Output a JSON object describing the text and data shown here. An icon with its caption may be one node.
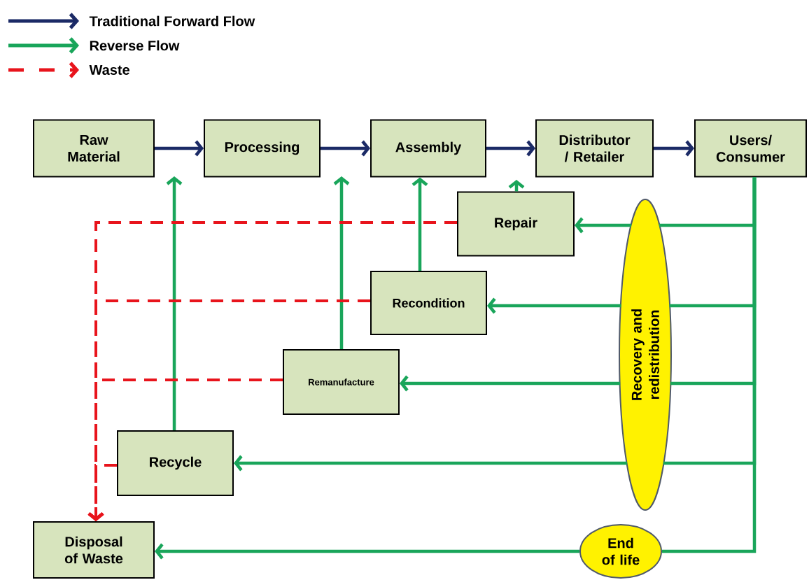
{
  "diagram": {
    "nodes": [
      {
        "text": [
          "Raw Material"
        ]
      },
      {
        "text": [
          "Processing"
        ]
      },
      {
        "text": [
          "Assembly"
        ]
      },
      {
        "text": [
          "Distributor / Retailer"
        ]
      },
      {
        "text": [
          "Users/ Consumer"
        ]
      },
      {
        "text": [
          "Repair"
        ]
      },
      {
        "text": [
          "Recondition"
        ]
      },
      {
        "text": [
          "Remanufacture"
        ]
      },
      {
        "text": [
          "Recycle"
        ]
      },
      {
        "text": [
          "Recovery and redistribution"
        ]
      },
      {
        "text": [
          "Disposal of Waste"
        ]
      },
      {
        "text": [
          "End of life"
        ]
      }
    ],
    "edges": [
      {
        "from": 0,
        "to": 1,
        "arrow": "to",
        "color": "#1b2a66"
      },
      {
        "from": 1,
        "to": 2,
        "arrow": "to",
        "color": "#1b2a66"
      },
      {
        "from": 2,
        "to": 3,
        "arrow": "to",
        "color": "#1b2a66"
      },
      {
        "from": 3,
        "to": 4,
        "arrow": "to",
        "color": "#1b2a66"
      },
      {
        "from": 5,
        "to": null,
        "arrow": "to"
      },
      {
        "from": 6,
        "to": 2,
        "arrow": "to"
      },
      {
        "from": 7,
        "to": null,
        "arrow": "to"
      },
      {
        "from": 8,
        "to": null,
        "arrow": "to"
      },
      {
        "from": 9,
        "to": 5,
        "arrow": "to"
      },
      {
        "from": 9,
        "to": 6,
        "arrow": "to"
      },
      {
        "from": 9,
        "to": 7,
        "arrow": "to"
      },
      {
        "from": 9,
        "to": 8,
        "arrow": "to"
      },
      {
        "from": 4,
        "to": 11,
        "arrow": "none"
      },
      {
        "from": 11,
        "to": 10,
        "arrow": "to"
      },
      {
        "from": 5,
        "to": 10,
        "arrow": "to",
        "style": "dashed",
        "color": "#e8141c"
      },
      {
        "from": 6,
        "to": 10,
        "arrow": "to",
        "style": "dashed",
        "color": "#e8141c"
      },
      {
        "from": 7,
        "to": 10,
        "arrow": "to",
        "style": "dashed",
        "color": "#e8141c"
      },
      {
        "from": 8,
        "to": 10,
        "arrow": "to",
        "style": "dashed",
        "color": "#e8141c"
      },
      {
        "from": 4,
        "to": 9,
        "arrow": "none"
      },
      {
        "from": 4,
        "to": 9,
        "arrow": "none"
      },
      {
        "from": 4,
        "to": 9,
        "arrow": "none"
      },
      {
        "from": 4,
        "to": 9,
        "arrow": "none"
      }
    ],
    "legend": [
      {
        "text": "Traditional Forward Flow"
      },
      {
        "text": "Reverse Flow"
      },
      {
        "text": "Waste"
      }
    ]
  }
}
